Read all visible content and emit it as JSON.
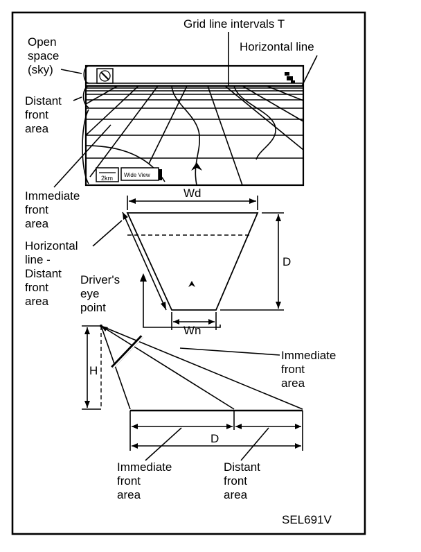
{
  "labels": {
    "grid_line_intervals": "Grid line intervals T",
    "horizontal_line": "Horizontal line",
    "open_space_1": "Open",
    "open_space_2": "space",
    "open_space_3": "(sky)",
    "distant_front_1": "Distant",
    "distant_front_2": "front",
    "distant_front_3": "area",
    "immediate_front_1": "Immediate",
    "immediate_front_2": "front",
    "immediate_front_3": "area",
    "horiz_distant_1": "Horizontal",
    "horiz_distant_2": "line -",
    "horiz_distant_3": "Distant",
    "horiz_distant_4": "front",
    "horiz_distant_5": "area",
    "drivers_eye_1": "Driver's",
    "drivers_eye_2": "eye",
    "drivers_eye_3": "point",
    "wd": "Wd",
    "wn": "Wn",
    "d_trap": "D",
    "h": "H",
    "d_side": "D",
    "immediate_right_1": "Immediate",
    "immediate_right_2": "front",
    "immediate_right_3": "area",
    "bottom_immediate_1": "Immediate",
    "bottom_immediate_2": "front",
    "bottom_immediate_3": "area",
    "bottom_distant_1": "Distant",
    "bottom_distant_2": "front",
    "bottom_distant_3": "area",
    "figure_code": "SEL691V",
    "scale_text": "2km",
    "map_button_text": "Wide View"
  }
}
